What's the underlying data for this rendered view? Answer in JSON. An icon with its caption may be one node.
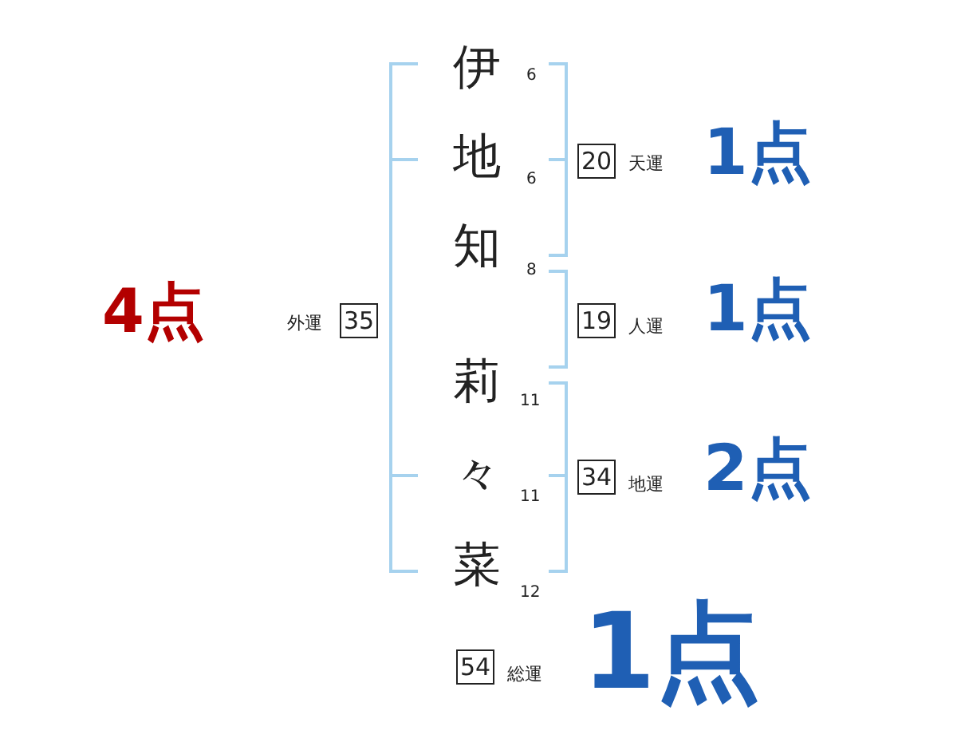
{
  "diagram": {
    "nodes": [
      {
        "text": [
          "20"
        ],
        "beside": [
          "天運",
          "1点"
        ]
      },
      {
        "text": [
          "35"
        ],
        "beside": [
          "外運",
          "4点"
        ]
      },
      {
        "text": [
          "19"
        ],
        "beside": [
          "人運",
          "1点"
        ]
      },
      {
        "text": [
          "34"
        ],
        "beside": [
          "地運",
          "2点"
        ]
      },
      {
        "text": [
          "54"
        ],
        "beside": [
          "総運",
          "1点"
        ]
      }
    ],
    "labels": [
      "伊",
      "6",
      "地",
      "6",
      "知",
      "8",
      "莉",
      "11",
      "々",
      "11",
      "菜",
      "12"
    ]
  }
}
